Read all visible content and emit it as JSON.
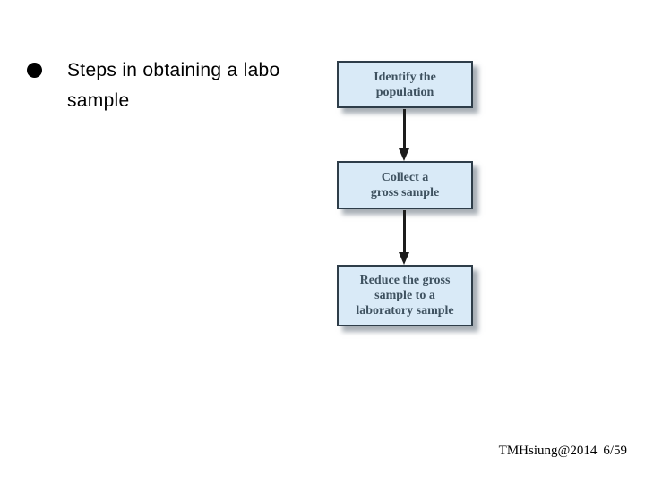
{
  "slide": {
    "background_color": "#ffffff"
  },
  "bullet": {
    "marker": "●",
    "lines": [
      "Steps in obtaining a labo",
      "sample"
    ]
  },
  "flowchart": {
    "box_fill_color": "#d9eaf7",
    "box_border_color": "#2e3d49",
    "box_text_color": "#3f5260",
    "arrow_color": "#1c1c1c",
    "boxes": [
      {
        "lines": [
          "Identify the",
          "population"
        ]
      },
      {
        "lines": [
          "Collect a",
          "gross sample"
        ]
      },
      {
        "lines": [
          "Reduce the gross",
          "sample to a",
          "laboratory sample"
        ]
      }
    ]
  },
  "footer": {
    "credit": "TMHsiung@2014",
    "page_number": "6/59"
  }
}
